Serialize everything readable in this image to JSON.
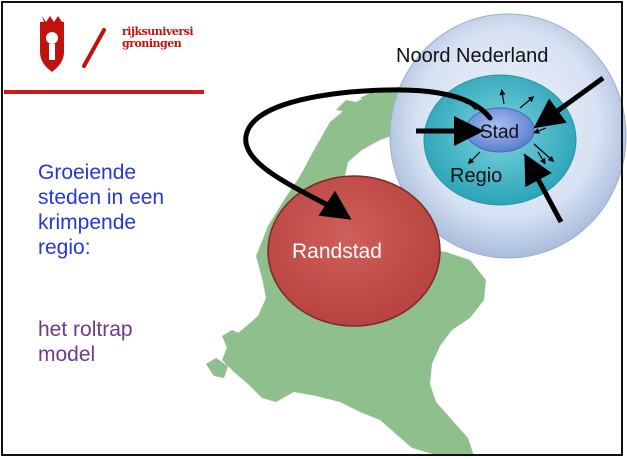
{
  "logo": {
    "text_line1": "rijksuniversi",
    "text_line2": "groningen"
  },
  "title": {
    "lines": [
      "Groeiende",
      "steden in een",
      "krimpende",
      "regio:"
    ]
  },
  "subtitle": {
    "lines": [
      "het roltrap",
      "model"
    ]
  },
  "diagram": {
    "outer_label": "Noord Nederland",
    "middle_label": "Regio",
    "inner_label": "Stad",
    "randstad_label": "Randstad"
  },
  "colors": {
    "title": "#2338d8",
    "subtitle": "#6e3a8a",
    "map": "#8fbf8c",
    "randstad": "#c0504d",
    "outer_ring": "#c6d4ea",
    "middle_ring": "#35b0c2",
    "inner_ring": "#6d8fd8",
    "logo_red": "#c0120f"
  }
}
